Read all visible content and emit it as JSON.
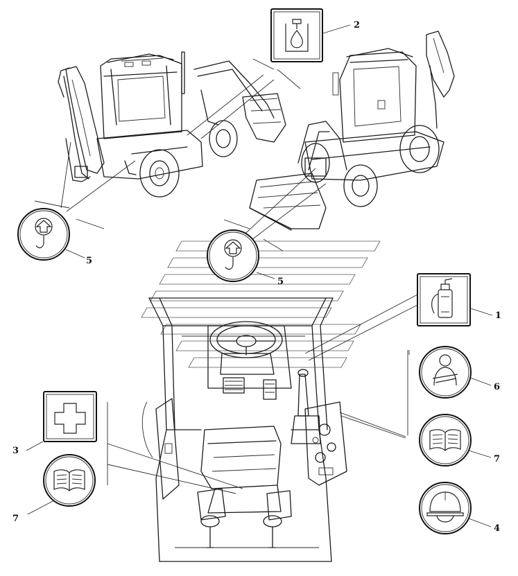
{
  "callouts": {
    "n1": "1",
    "n2": "2",
    "n3": "3",
    "n4": "4",
    "n5_left": "5",
    "n5_right": "5",
    "n6": "6",
    "n7_right": "7",
    "n7_left": "7"
  },
  "icons": {
    "fire_extinguisher": "fire-extinguisher-icon",
    "hydraulic_oil": "hydraulic-oil-icon",
    "first_aid": "first-aid-cross-icon",
    "hard_hat": "hard-hat-icon",
    "lifting_hook": "lifting-hook-icon",
    "seat_belt": "seat-belt-icon",
    "manual": "operator-manual-icon"
  }
}
